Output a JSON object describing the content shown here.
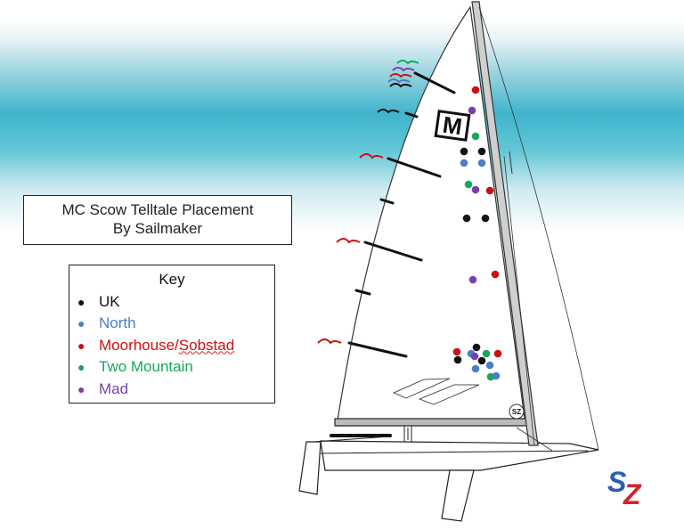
{
  "title": {
    "line1": "MC Scow Telltale Placement",
    "line2": "By Sailmaker"
  },
  "key": {
    "heading": "Key",
    "items": [
      {
        "label": "UK",
        "color": "#111111"
      },
      {
        "label": "North",
        "color": "#4a7fc4"
      },
      {
        "label": "Moorhouse/",
        "label_b": "Sobstad",
        "color": "#cc1111"
      },
      {
        "label": "Two Mountain",
        "color": "#14a85a"
      },
      {
        "label": "Mad",
        "color": "#7b3fa8"
      }
    ]
  },
  "colors": {
    "uk": "#111111",
    "north": "#4a7fc4",
    "moorhouse_sobstad": "#cc1111",
    "two_mountain": "#14a85a",
    "mad": "#7b3fa8",
    "sea": "#3cb6cf",
    "logo_blue": "#2a5fb0",
    "logo_red": "#d2232a"
  },
  "sail_logo": "M",
  "hull_badge": "SZ",
  "brand_logo": {
    "s": "S",
    "z": "Z"
  }
}
